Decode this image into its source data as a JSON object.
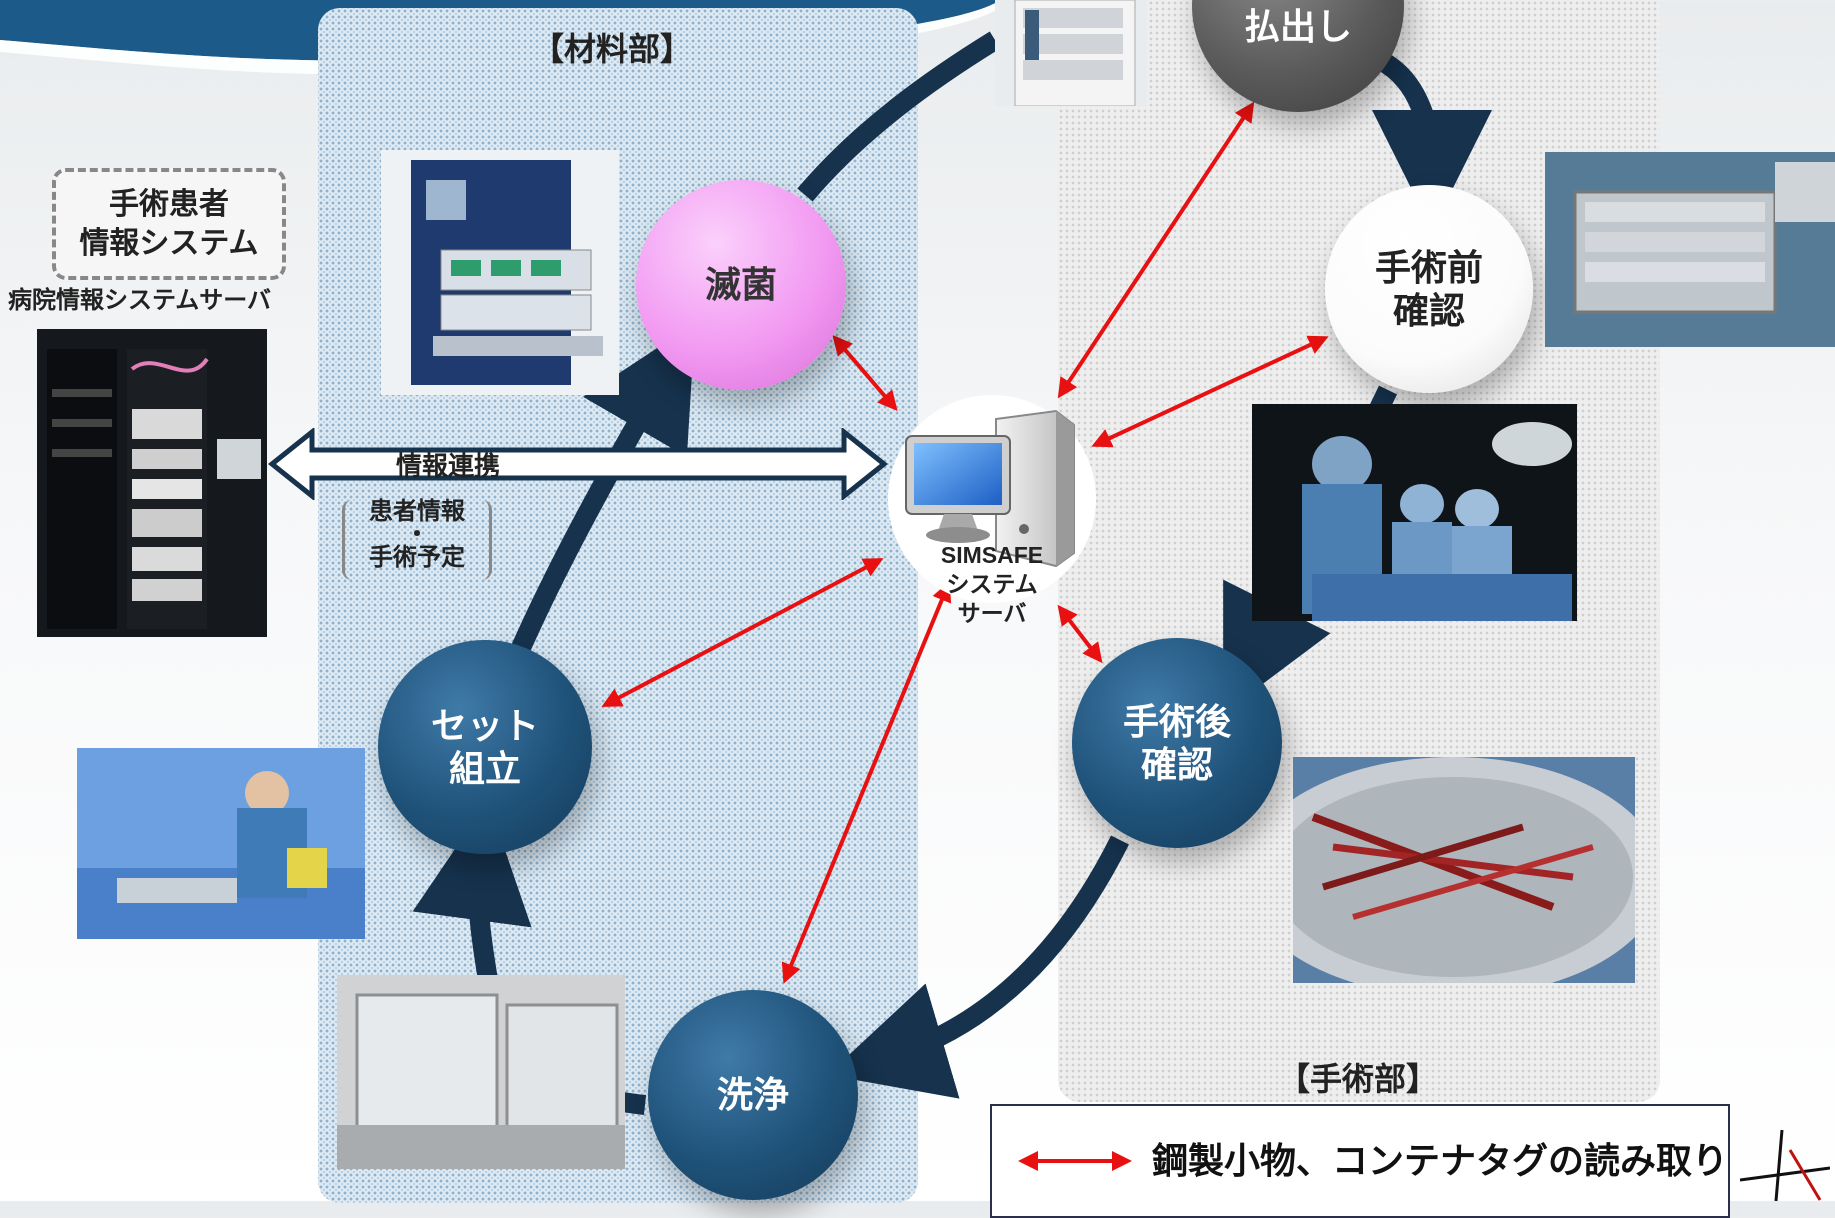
{
  "zones": {
    "material": "【材料部】",
    "surgery": "【手術部】"
  },
  "nodes": {
    "sterilization": "滅菌",
    "dispense": "払出し",
    "pre_check": "手術前\n確認",
    "post_check": "手術後\n確認",
    "wash": "洗浄",
    "set_assembly": "セット\n組立"
  },
  "server": {
    "name": "SIMSAFE\nシステム\nサーバ"
  },
  "hospital": {
    "box_label": "手術患者\n情報システム",
    "server_label": "病院情報システムサーバ"
  },
  "link": {
    "label": "情報連携",
    "sub_label": "患者情報\n・\n手術予定"
  },
  "legend": {
    "text": "鋼製小物、コンテナタグの読み取り"
  },
  "colors": {
    "flow": "#16324d",
    "read_arrow": "#e81010",
    "node_blue": "#1f5279",
    "node_pink": "#f29af2",
    "node_grey": "#5b5b5b"
  }
}
